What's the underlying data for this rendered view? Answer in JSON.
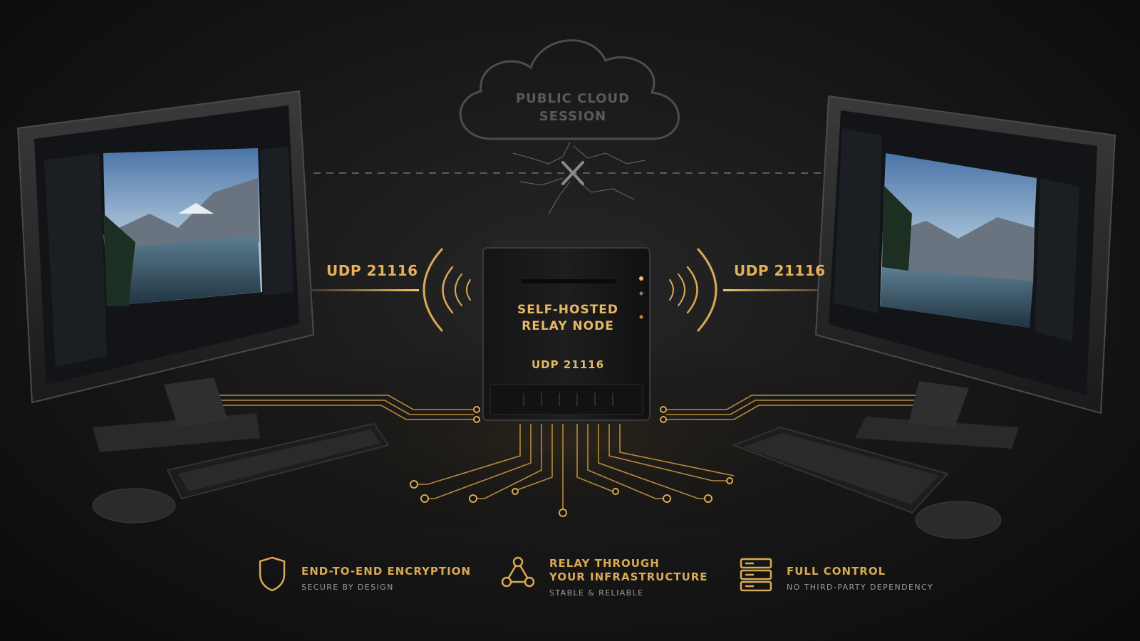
{
  "cloud": {
    "line1": "PUBLIC CLOUD",
    "line2": "SESSION",
    "status_icon": "x-mark-icon"
  },
  "links": {
    "left_port": "UDP 21116",
    "right_port": "UDP 21116"
  },
  "relay_node": {
    "line1": "SELF-HOSTED",
    "line2": "RELAY NODE",
    "port": "UDP 21116"
  },
  "features": [
    {
      "icon": "shield-icon",
      "title_lines": [
        "END-TO-END ENCRYPTION"
      ],
      "subtitle": "SECURE BY DESIGN"
    },
    {
      "icon": "network-nodes-icon",
      "title_lines": [
        "RELAY THROUGH",
        "YOUR INFRASTRUCTURE"
      ],
      "subtitle": "STABLE & RELIABLE"
    },
    {
      "icon": "server-rack-icon",
      "title_lines": [
        "FULL CONTROL"
      ],
      "subtitle": "NO THIRD-PARTY DEPENDENCY"
    }
  ],
  "colors": {
    "accent": "#e3b15a",
    "background": "#161616",
    "cloud": "#4a4a4a"
  }
}
